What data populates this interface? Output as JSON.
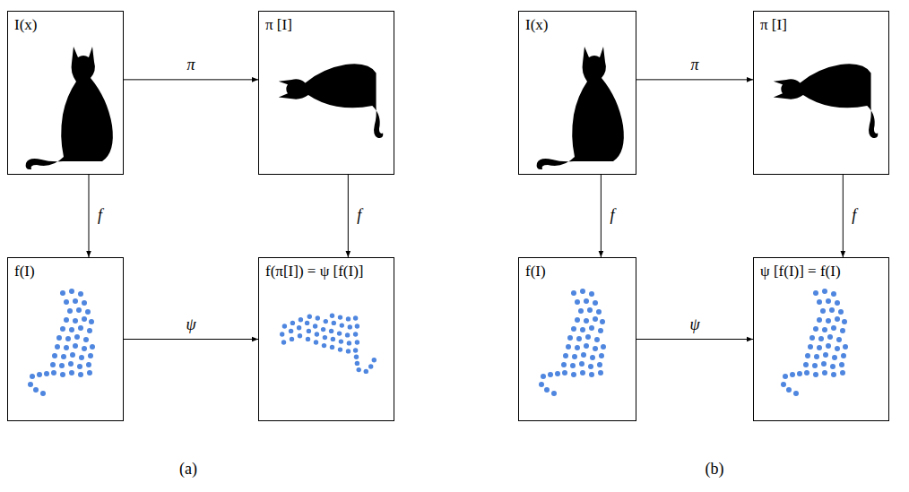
{
  "diagram": {
    "nodes": [
      {
        "text": [
          "I(x)"
        ]
      },
      {
        "text": [
          "π [I]"
        ]
      },
      {
        "text": [
          "f(I)"
        ]
      },
      {
        "text": [
          "f(π[I]) = ψ [f(I)]"
        ]
      },
      {
        "text": [
          "I(x)"
        ]
      },
      {
        "text": [
          "π [I]"
        ]
      },
      {
        "text": [
          "f(I)"
        ]
      },
      {
        "text": [
          "ψ [f(I)] = f(I)"
        ]
      }
    ],
    "edges": [
      {
        "from": 0,
        "to": 1,
        "label": "π",
        "arrow": "to"
      },
      {
        "from": 0,
        "to": 2,
        "label": "f",
        "arrow": "to"
      },
      {
        "from": 1,
        "to": 3,
        "label": "f",
        "arrow": "to"
      },
      {
        "from": 2,
        "to": 3,
        "label": "ψ",
        "arrow": "to"
      },
      {
        "from": 4,
        "to": 5,
        "label": "π",
        "arrow": "to"
      },
      {
        "from": 4,
        "to": 6,
        "label": "f",
        "arrow": "to"
      },
      {
        "from": 5,
        "to": 7,
        "label": "f",
        "arrow": "to"
      },
      {
        "from": 6,
        "to": 7,
        "label": "ψ",
        "arrow": "to"
      }
    ],
    "labels": [
      "(a)",
      "(b)"
    ]
  }
}
